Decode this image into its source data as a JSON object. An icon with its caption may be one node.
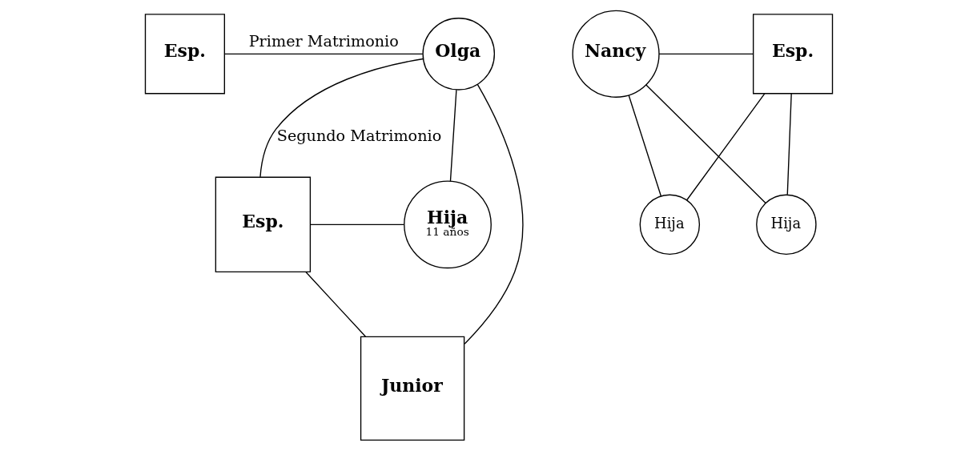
{
  "diagram": {
    "nodes": [
      {
        "text": [
          "Esp."
        ]
      },
      {
        "text": [
          "Olga"
        ]
      },
      {
        "text": [
          "Hija",
          "11 años"
        ]
      },
      {
        "text": [
          "Esp."
        ]
      },
      {
        "text": [
          "Junior"
        ]
      },
      {
        "text": [
          "Nancy"
        ]
      },
      {
        "text": [
          "Esp."
        ]
      },
      {
        "text": [
          "Hija"
        ]
      },
      {
        "text": [
          "Hija"
        ]
      }
    ],
    "edges": [
      {
        "from": 0,
        "to": 1,
        "arrow": "none",
        "label": "Primer Matrimonio"
      },
      {
        "from": 1,
        "to": 3,
        "arrow": "none",
        "label": "Segundo Matrimonio"
      },
      {
        "from": 1,
        "to": 2,
        "arrow": "none"
      },
      {
        "from": 3,
        "to": 2,
        "arrow": "none"
      },
      {
        "from": 1,
        "to": 4,
        "arrow": "none"
      },
      {
        "from": 3,
        "to": 4,
        "arrow": "none"
      },
      {
        "from": 5,
        "to": 6,
        "arrow": "none"
      },
      {
        "from": 5,
        "to": 7,
        "arrow": "none"
      },
      {
        "from": 6,
        "to": 7,
        "arrow": "none"
      },
      {
        "from": 5,
        "to": 8,
        "arrow": "none"
      },
      {
        "from": 6,
        "to": 8,
        "arrow": "none"
      }
    ]
  }
}
